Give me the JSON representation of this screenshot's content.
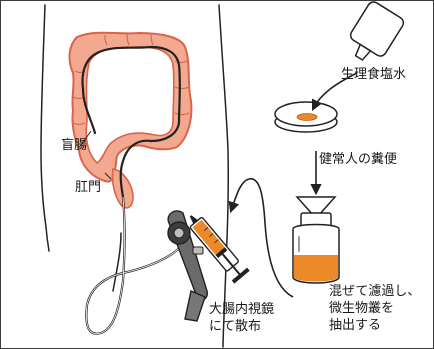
{
  "labels": {
    "saline": "生理食塩水",
    "donor_stool": "健常人の糞便",
    "mix_filter": [
      "混ぜて濾過し、",
      "微生物叢を",
      "抽出する"
    ],
    "cecum": "盲腸",
    "anus": "肛門",
    "scope": [
      "大腸内視鏡",
      "にて散布"
    ]
  },
  "colors": {
    "colon_fill": "#f2a98f",
    "colon_outline": "#d9644a",
    "suspension": "#ec8a2a",
    "stool_sample": "#e8892a",
    "line": "#222222"
  }
}
